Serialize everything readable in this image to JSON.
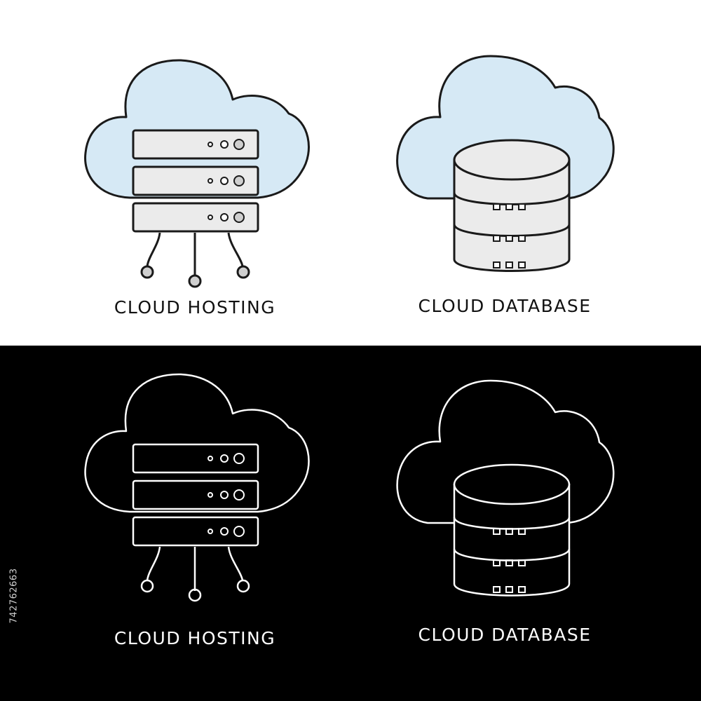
{
  "panels": [
    {
      "theme": "light",
      "left": {
        "caption": "CLOUD HOSTING",
        "icon": "cloud-hosting-icon"
      },
      "right": {
        "caption": "CLOUD DATABASE",
        "icon": "cloud-database-icon"
      }
    },
    {
      "theme": "dark",
      "left": {
        "caption": "CLOUD HOSTING",
        "icon": "cloud-hosting-icon"
      },
      "right": {
        "caption": "CLOUD DATABASE",
        "icon": "cloud-database-icon"
      }
    }
  ],
  "stock_id": "742762663",
  "colors": {
    "cloud_fill": "#d6e9f5",
    "server_fill": "#ebebeb",
    "light_stroke": "#1a1a1a",
    "dark_bg": "#000000",
    "dark_stroke": "#ffffff"
  }
}
